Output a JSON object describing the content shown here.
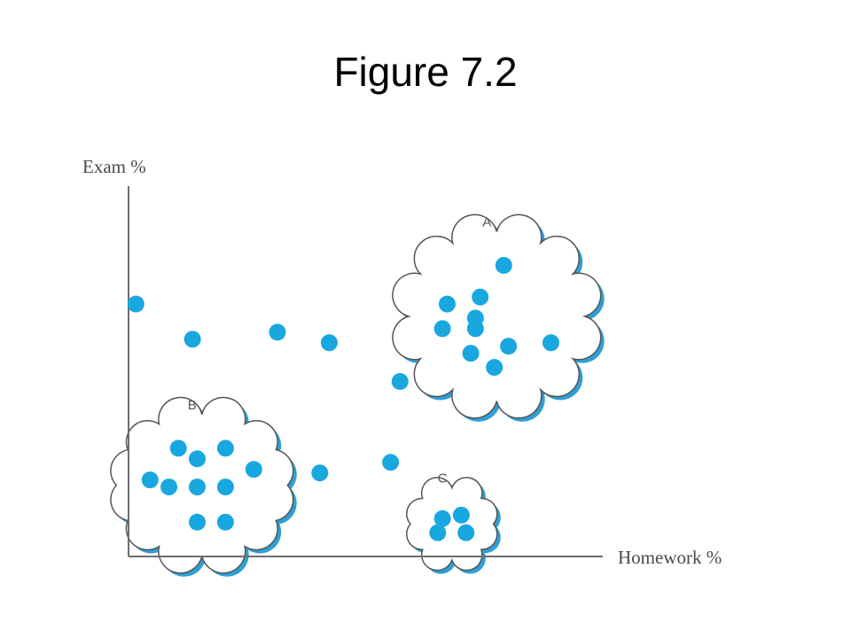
{
  "title": "Figure 7.2",
  "chart_data": {
    "type": "scatter",
    "xlabel": "Homework %",
    "ylabel": "Exam %",
    "xlim": [
      0,
      100
    ],
    "ylim": [
      0,
      100
    ],
    "point_color": "#19a7e0",
    "grid": false,
    "clusters": [
      {
        "label": "A",
        "points": [
          [
            79,
            82
          ],
          [
            74,
            73
          ],
          [
            67,
            71
          ],
          [
            73,
            67
          ],
          [
            66,
            64
          ],
          [
            73,
            64
          ],
          [
            80,
            59
          ],
          [
            89,
            60
          ],
          [
            72,
            57
          ],
          [
            77,
            53
          ]
        ]
      },
      {
        "label": "B",
        "points": [
          [
            10,
            30
          ],
          [
            20,
            30
          ],
          [
            14,
            27
          ],
          [
            26,
            24
          ],
          [
            4,
            21
          ],
          [
            8,
            19
          ],
          [
            14,
            19
          ],
          [
            20,
            19
          ],
          [
            14,
            9
          ],
          [
            20,
            9
          ]
        ]
      },
      {
        "label": "C",
        "points": [
          [
            66,
            10
          ],
          [
            70,
            11
          ],
          [
            65,
            6
          ],
          [
            71,
            6
          ]
        ]
      }
    ],
    "outliers": [
      [
        1,
        71
      ],
      [
        13,
        61
      ],
      [
        31,
        63
      ],
      [
        42,
        60
      ],
      [
        57,
        49
      ],
      [
        55,
        26
      ],
      [
        40,
        23
      ]
    ]
  }
}
